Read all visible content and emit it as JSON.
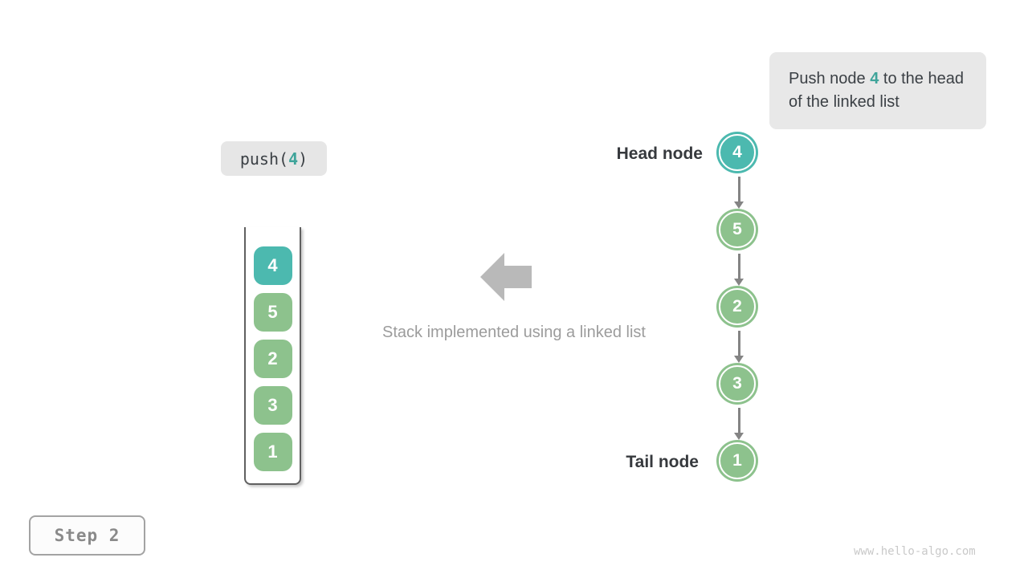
{
  "callout": {
    "prefix": "Push node ",
    "highlight": "4",
    "suffix": " to the head of the linked list"
  },
  "operation": {
    "prefix": "push(",
    "arg": "4",
    "suffix": ")"
  },
  "stack": {
    "items": [
      {
        "value": "4",
        "style": "highlight"
      },
      {
        "value": "5",
        "style": "normal"
      },
      {
        "value": "2",
        "style": "normal"
      },
      {
        "value": "3",
        "style": "normal"
      },
      {
        "value": "1",
        "style": "normal"
      }
    ]
  },
  "caption": "Stack implemented using a linked list",
  "linked_list": {
    "head_label": "Head node",
    "tail_label": "Tail node",
    "nodes": [
      {
        "value": "4",
        "style": "highlight"
      },
      {
        "value": "5",
        "style": "normal"
      },
      {
        "value": "2",
        "style": "normal"
      },
      {
        "value": "3",
        "style": "normal"
      },
      {
        "value": "1",
        "style": "normal"
      }
    ]
  },
  "step_badge": "Step 2",
  "watermark": "www.hello-algo.com",
  "colors": {
    "highlight_teal": "#4cb9af",
    "node_green": "#8dc28d",
    "callout_bg": "#e8e8e8",
    "muted_text": "#9c9c9c",
    "dark_text": "#3b4045",
    "arrow_gray": "#b9b9b9",
    "connector_gray": "#848484"
  }
}
